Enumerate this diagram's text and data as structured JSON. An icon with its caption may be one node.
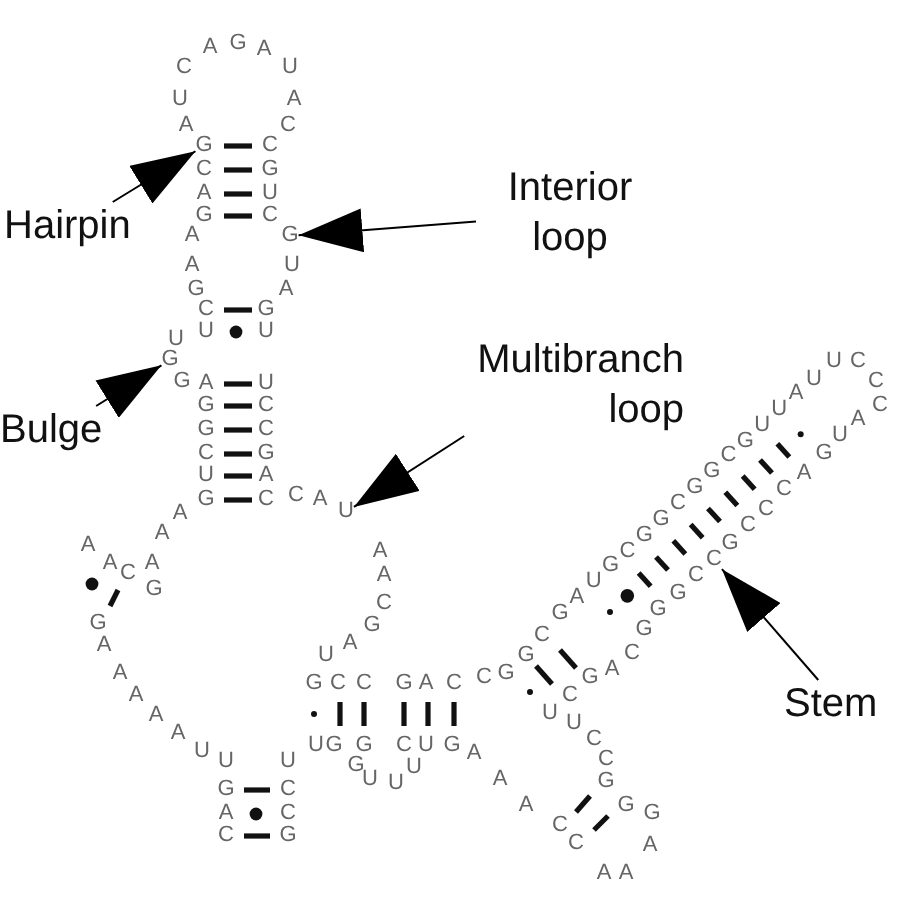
{
  "diagram": {
    "nodes": [
      {
        "text": [
          "Hairpin"
        ]
      },
      {
        "text": [
          "Interior loop"
        ]
      },
      {
        "text": [
          "Bulge"
        ]
      },
      {
        "text": [
          "Multibranch loop"
        ]
      },
      {
        "text": [
          "Stem"
        ]
      },
      {
        "text": [
          "G"
        ]
      },
      {
        "text": [
          "G"
        ]
      },
      {
        "text": [
          "G"
        ]
      },
      {
        "text": [
          "U"
        ]
      },
      {
        "text": [
          "C"
        ]
      }
    ],
    "edges": [
      {
        "from": 0,
        "to": 5,
        "arrow": "to"
      },
      {
        "from": 1,
        "to": 6,
        "arrow": "to"
      },
      {
        "from": 2,
        "to": 7,
        "arrow": "to"
      },
      {
        "from": 3,
        "to": 8,
        "arrow": "to"
      },
      {
        "from": 4,
        "to": 9,
        "arrow": "to"
      }
    ],
    "labels": [
      "G",
      "U",
      "C",
      "G",
      "G",
      "A",
      "G",
      "U",
      "U",
      "C",
      "G",
      "A",
      "A",
      "G",
      "A",
      "C",
      "A",
      "U",
      "C",
      "A",
      "G",
      "A",
      "U",
      "A",
      "C",
      "C",
      "G",
      "U",
      "C",
      "U",
      "A",
      "G",
      "U",
      "U",
      "C",
      "C",
      "G",
      "A",
      "C",
      "C",
      "A",
      "A",
      "A",
      "C",
      "G",
      "A",
      "U",
      "G",
      "C",
      "C",
      "G",
      "A",
      "C",
      "C",
      "G",
      "G",
      "C",
      "G",
      "A",
      "U",
      "G",
      "C",
      "G",
      "G",
      "C",
      "G",
      "G",
      "C",
      "G",
      "U",
      "U",
      "A",
      "U",
      "U",
      "C",
      "C",
      "C",
      "A",
      "U",
      "G",
      "A",
      "C",
      "C",
      "C",
      "G",
      "C",
      "G",
      "G",
      "G",
      "C",
      "A",
      "G",
      "C",
      "U",
      "U",
      "C",
      "C",
      "G",
      "G",
      "G",
      "A",
      "A",
      "A",
      "C",
      "C",
      "A",
      "A",
      "A",
      "G",
      "U",
      "C",
      "U",
      "U",
      "U",
      "G",
      "G",
      "G",
      "U",
      "U",
      "C",
      "C",
      "G",
      "C",
      "A",
      "G",
      "U",
      "U",
      "A",
      "A",
      "A",
      "A",
      "A",
      "G",
      "A",
      "A",
      "C",
      "A",
      "G",
      "A",
      "A"
    ]
  }
}
